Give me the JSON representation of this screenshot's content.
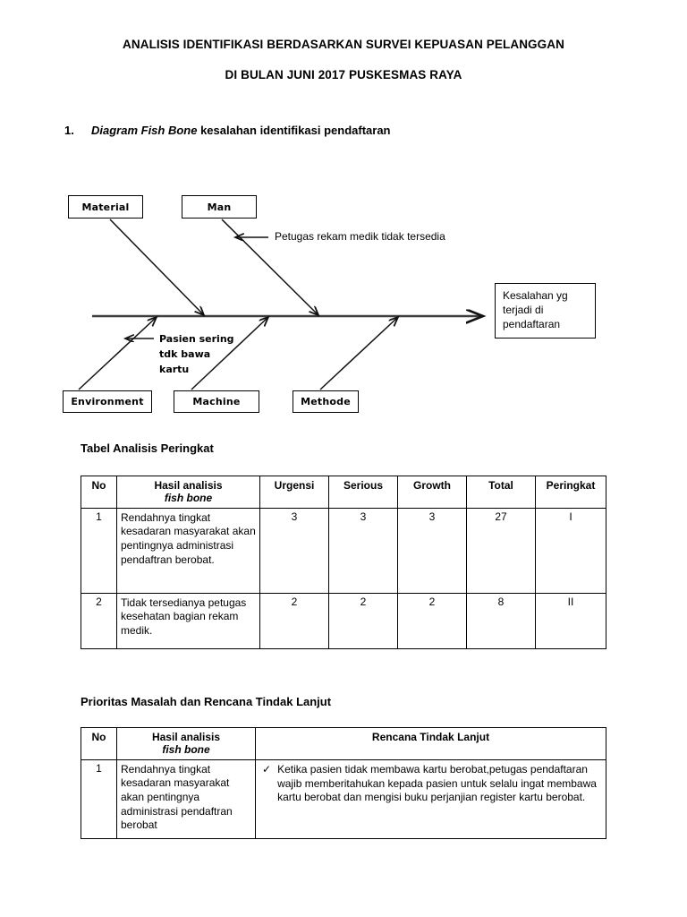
{
  "document": {
    "title_line1": "ANALISIS IDENTIFIKASI BERDASARKAN SURVEI KEPUASAN PELANGGAN",
    "title_line2": "DI BULAN JUNI 2017 PUSKESMAS RAYA"
  },
  "section1": {
    "number": "1.",
    "title_italic": "Diagram Fish Bone",
    "title_rest": " kesalahan identifikasi pendaftaran"
  },
  "fishbone": {
    "categories": {
      "material": "Material",
      "man": "Man",
      "environment": "Environment",
      "machine": "Machine",
      "methode": "Methode"
    },
    "causes": {
      "man_cause": "Petugas rekam medik tidak tersedia",
      "environment_cause": "Pasien sering tdk bawa kartu"
    },
    "effect": {
      "line1": "Kesalahan yg",
      "line2": "terjadi di",
      "line3": "pendaftaran"
    }
  },
  "table1": {
    "heading": "Tabel Analisis Peringkat",
    "headers": {
      "no": "No",
      "hasil_line1": "Hasil analisis",
      "hasil_line2": "fish bone",
      "urgensi": "Urgensi",
      "serious": "Serious",
      "growth": "Growth",
      "total": "Total",
      "peringkat": "Peringkat"
    },
    "rows": [
      {
        "no": "1",
        "hasil": "Rendahnya tingkat kesadaran masyarakat akan pentingnya administrasi pendaftran berobat.",
        "urgensi": "3",
        "serious": "3",
        "growth": "3",
        "total": "27",
        "peringkat": "I"
      },
      {
        "no": "2",
        "hasil": "Tidak tersedianya petugas kesehatan bagian rekam medik.",
        "urgensi": "2",
        "serious": "2",
        "growth": "2",
        "total": "8",
        "peringkat": "II"
      }
    ]
  },
  "table2": {
    "heading": "Prioritas Masalah dan Rencana Tindak Lanjut",
    "headers": {
      "no": "No",
      "hasil_line1": "Hasil analisis",
      "hasil_line2": "fish bone",
      "rencana": "Rencana Tindak Lanjut"
    },
    "rows": [
      {
        "no": "1",
        "hasil": "Rendahnya tingkat kesadaran masyarakat akan pentingnya administrasi pendaftran berobat",
        "bullet": "✓",
        "rencana": "Ketika pasien tidak membawa kartu berobat,petugas pendaftaran wajib memberitahukan kepada pasien untuk selalu ingat membawa kartu berobat dan mengisi buku perjanjian register kartu berobat."
      }
    ]
  }
}
